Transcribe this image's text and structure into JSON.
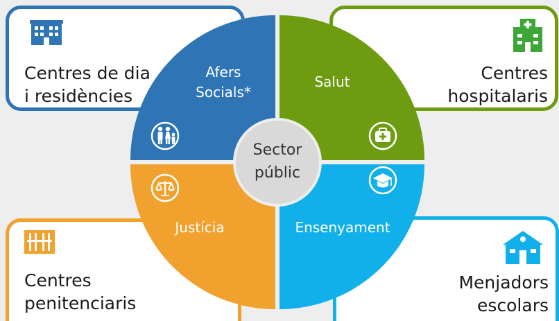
{
  "colors": {
    "afers": "#2f74b5",
    "salut": "#6e9c11",
    "justicia": "#f0a12e",
    "ensenyament": "#12b0ea",
    "center": "#d9d9d9",
    "background": "#eeeeee",
    "hospital_icon": "#3ca637"
  },
  "center": {
    "line1": "Sector",
    "line2": "públic"
  },
  "segments": {
    "afers": {
      "line1": "Afers",
      "line2": "Socials*",
      "icon": "family-icon"
    },
    "salut": {
      "line1": "Salut",
      "icon": "medical-kit-icon"
    },
    "justicia": {
      "line1": "Justícia",
      "icon": "scales-icon"
    },
    "ensenyament": {
      "line1": "Ensenyament",
      "icon": "graduation-cap-icon"
    }
  },
  "cards": {
    "top_left": {
      "line1": "Centres de dia",
      "line2": "i residències",
      "icon": "building-icon"
    },
    "top_right": {
      "line1": "Centres",
      "line2": "hospitalaris",
      "icon": "hospital-icon"
    },
    "bottom_left": {
      "line1": "Centres",
      "line2": "penitenciaris",
      "icon": "prison-bars-icon"
    },
    "bottom_right": {
      "line1": "Menjadors",
      "line2": "escolars",
      "icon": "school-icon"
    }
  }
}
